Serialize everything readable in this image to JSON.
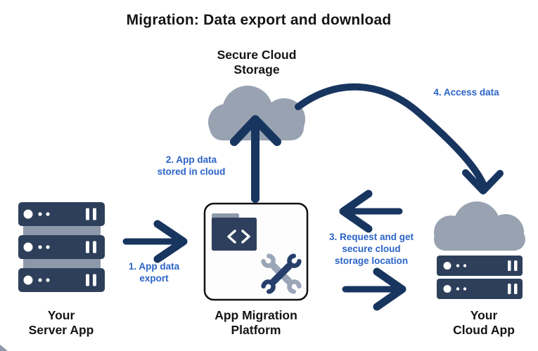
{
  "title": "Migration: Data export and download",
  "nodes": {
    "secure_cloud_storage": {
      "label": "Secure Cloud\nStorage"
    },
    "your_server_app": {
      "label": "Your\nServer App"
    },
    "app_migration_platform": {
      "label": "App Migration\nPlatform"
    },
    "your_cloud_app": {
      "label": "Your\nCloud App"
    }
  },
  "steps": [
    {
      "label": "1. App data\nexport"
    },
    {
      "label": "2. App data\nstored in cloud"
    },
    {
      "label": "3. Request and get\nsecure cloud\nstorage location"
    },
    {
      "label": "4. Access data"
    }
  ],
  "icons": [
    "server-stack-icon",
    "code-folder-icon",
    "crossed-wrenches-icon",
    "cloud-icon",
    "cloud-server-icon",
    "arrow-right-icon",
    "arrow-up-icon",
    "arrow-left-icon",
    "curved-arrow-icon"
  ],
  "colors": {
    "arrow_navy": "#17355f",
    "server_navy": "#2d3f5a",
    "folder_navy": "#2d3f5c",
    "cloud_gray": "#98a2b1",
    "connector_gray": "#8d98aa",
    "wrench_light": "#9aa5b8",
    "wrench_dark": "#263e6a",
    "accent_blue": "#2a63c8",
    "box_border": "#111111"
  }
}
